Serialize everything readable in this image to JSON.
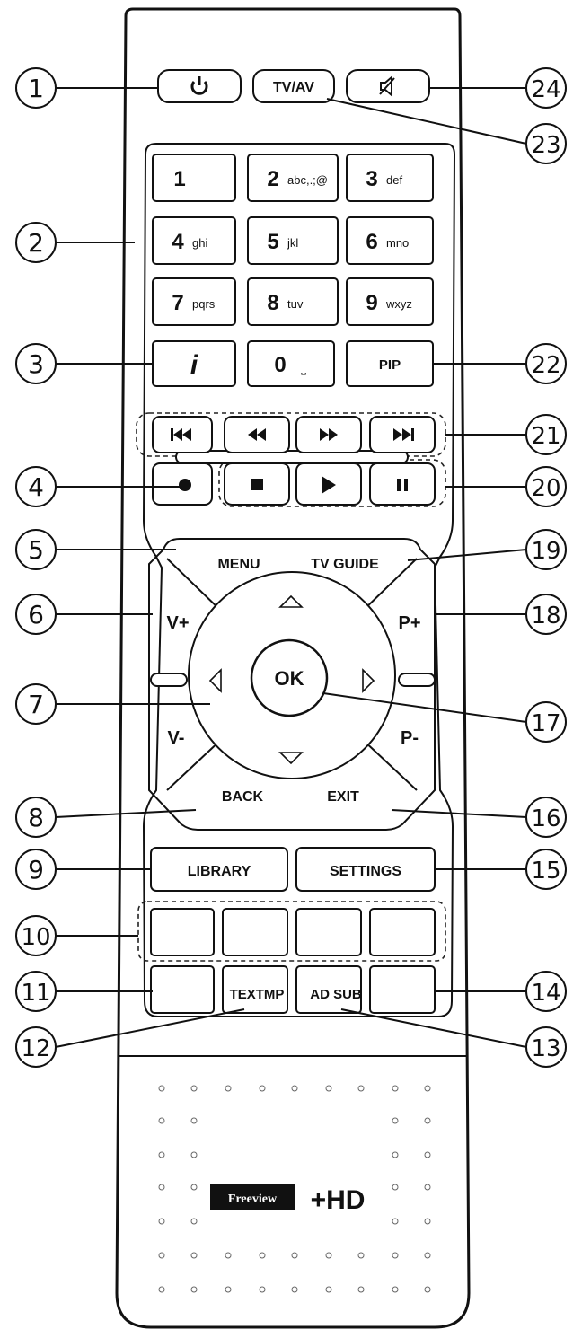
{
  "top_buttons": {
    "power_icon": "power-icon",
    "tvav": "TV/AV",
    "mute_icon": "mute-icon"
  },
  "numpad": [
    {
      "digit": "1",
      "letters": ""
    },
    {
      "digit": "2",
      "letters": "abc,.;@"
    },
    {
      "digit": "3",
      "letters": "def"
    },
    {
      "digit": "4",
      "letters": "ghi"
    },
    {
      "digit": "5",
      "letters": "jkl"
    },
    {
      "digit": "6",
      "letters": "mno"
    },
    {
      "digit": "7",
      "letters": "pqrs"
    },
    {
      "digit": "8",
      "letters": "tuv"
    },
    {
      "digit": "9",
      "letters": "wxyz"
    }
  ],
  "row4": {
    "info": "i",
    "zero": "0",
    "zero_space": "⎵",
    "pip": "PIP"
  },
  "media_icons": [
    "skip-back-icon",
    "rewind-icon",
    "fast-forward-icon",
    "skip-forward-icon",
    "record-icon",
    "stop-icon",
    "play-icon",
    "pause-icon"
  ],
  "nav": {
    "menu": "MENU",
    "tv_guide": "TV GUIDE",
    "v_plus": "V+",
    "v_minus": "V-",
    "p_plus": "P+",
    "p_minus": "P-",
    "ok": "OK",
    "back": "BACK",
    "exit": "EXIT"
  },
  "lower": {
    "library": "LIBRARY",
    "settings": "SETTINGS",
    "text": "TEXTMP",
    "ad_sub": "AD SUB"
  },
  "brand": {
    "freeview": "Freeview",
    "hd": "+HD"
  },
  "callouts": [
    "1",
    "2",
    "3",
    "4",
    "5",
    "6",
    "7",
    "8",
    "9",
    "10",
    "11",
    "12",
    "13",
    "14",
    "15",
    "16",
    "17",
    "18",
    "19",
    "20",
    "21",
    "22",
    "23",
    "24"
  ]
}
